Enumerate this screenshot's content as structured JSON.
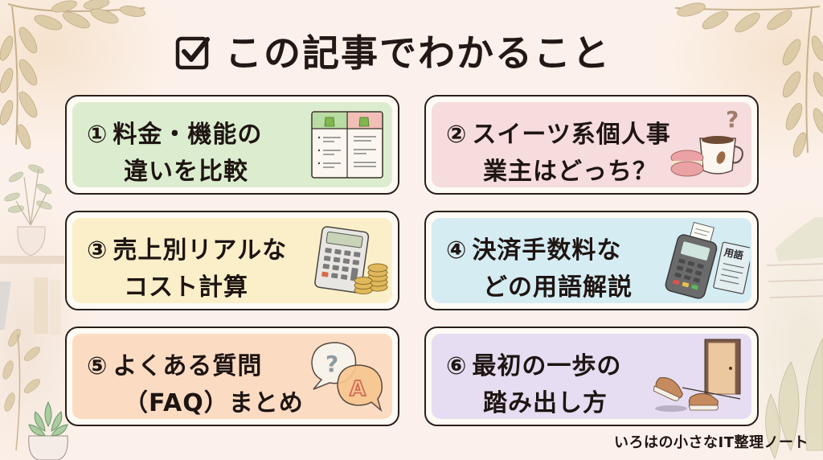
{
  "title": {
    "icon": "checkbox-checked-icon",
    "text": "この記事でわかること"
  },
  "cards": [
    {
      "number": "①",
      "line1": "料金・機能の",
      "line2": "違いを比較",
      "bg_color": "#dcedcf",
      "icon": "comparison-table-icon"
    },
    {
      "number": "②",
      "line1": "スイーツ系個人事",
      "line2": "業主はどっち？",
      "bg_color": "#f6dcdc",
      "icon": "coffee-macaron-icon"
    },
    {
      "number": "③",
      "line1": "売上別リアルな",
      "line2": "コスト計算",
      "bg_color": "#fbefc9",
      "icon": "calculator-coins-icon"
    },
    {
      "number": "④",
      "line1": "決済手数料な",
      "line2": "どの用語解説",
      "bg_color": "#d6ecf3",
      "icon": "card-terminal-glossary-icon"
    },
    {
      "number": "⑤",
      "line1": "よくある質問",
      "line2": "（FAQ）まとめ",
      "bg_color": "#fbdcc3",
      "icon": "qa-speech-bubbles-icon"
    },
    {
      "number": "⑥",
      "line1": "最初の一歩の",
      "line2": "踏み出し方",
      "bg_color": "#e6ddf2",
      "icon": "door-shoes-icon"
    }
  ],
  "icon_labels": {
    "glossary_book": "用語",
    "qa_question": "?",
    "qa_answer": "A",
    "question_mark": "?"
  },
  "footer": {
    "text": "いろはの小さなIT整理ノート"
  },
  "colors": {
    "background": "#fcf1ea",
    "text": "#1e1512",
    "card_border": "#2a1f1a",
    "leaf": "#cdb991"
  }
}
